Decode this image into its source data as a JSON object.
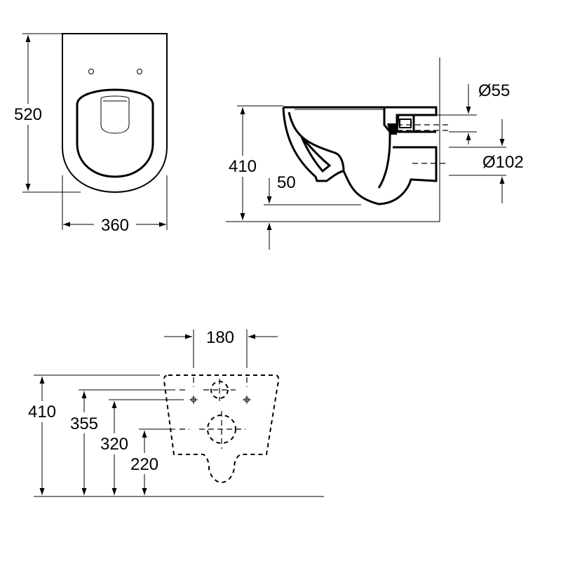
{
  "front_view": {
    "height_label": "520",
    "width_label": "360"
  },
  "side_view": {
    "height_label": "410",
    "offset_label": "50",
    "small_pipe_label": "Ø55",
    "large_pipe_label": "Ø102"
  },
  "mounting_view": {
    "spacing_label": "180",
    "height_total_label": "410",
    "height_upper_label": "355",
    "height_mid_label": "320",
    "height_lower_label": "220"
  }
}
